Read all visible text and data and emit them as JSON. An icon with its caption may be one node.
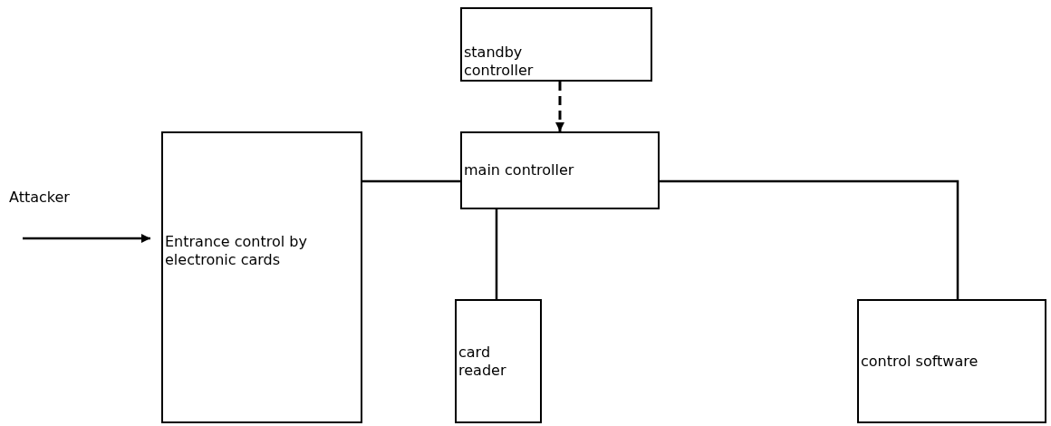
{
  "diagram": {
    "nodes": [
      {
        "text": [
          "standby controller"
        ]
      },
      {
        "text": [
          "main controller"
        ]
      },
      {
        "text": [
          "Entrance control by electronic cards"
        ]
      },
      {
        "text": [
          "card reader"
        ]
      },
      {
        "text": [
          "control software"
        ]
      }
    ],
    "edges": [
      {
        "from": 0,
        "to": 1,
        "arrow": "to",
        "style": "dashed"
      },
      {
        "from": 2,
        "to": 1,
        "arrow": "none"
      },
      {
        "from": 1,
        "to": 4,
        "arrow": "none"
      },
      {
        "from": 1,
        "to": 3,
        "arrow": "none"
      },
      {
        "from": null,
        "to": 2,
        "arrow": "to"
      }
    ],
    "labels": [
      "Attacker"
    ]
  }
}
